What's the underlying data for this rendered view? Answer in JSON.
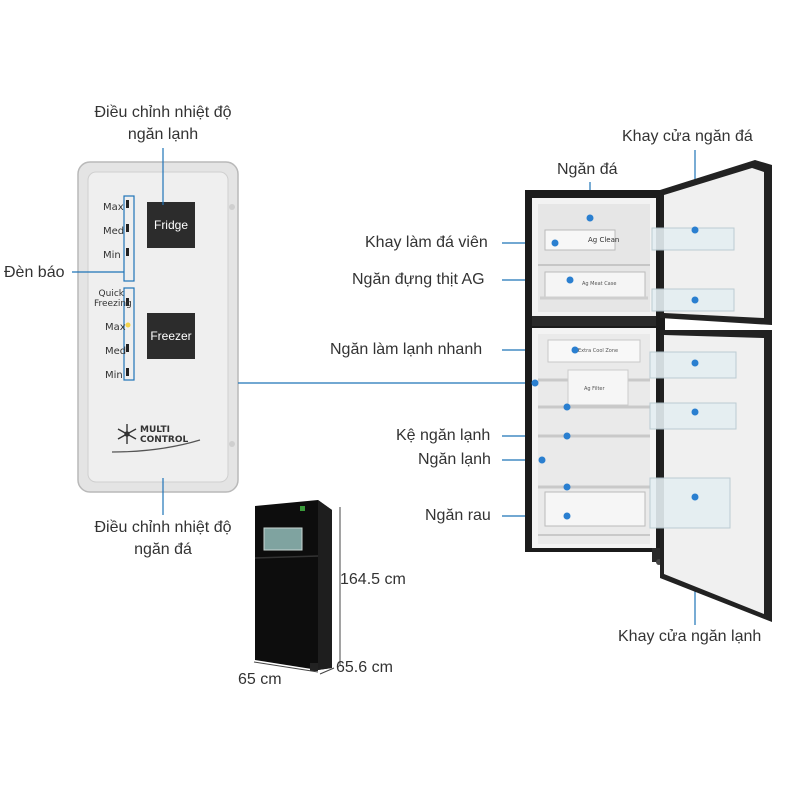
{
  "labels": {
    "fridge_temp": "Điều chỉnh nhiệt độ\nngăn lạnh",
    "freezer_temp": "Điều chỉnh nhiệt độ\nngăn đá",
    "indicator": "Đèn báo",
    "freezer_door_tray": "Khay cửa ngăn đá",
    "freezer_compartment": "Ngăn đá",
    "ice_tray": "Khay làm đá viên",
    "meat_drawer": "Ngăn đựng thịt AG",
    "quick_cool": "Ngăn làm lạnh nhanh",
    "fridge_shelf": "Kệ ngăn lạnh",
    "fridge_compartment": "Ngăn lạnh",
    "vegetable_drawer": "Ngăn rau",
    "fridge_door_tray": "Khay cửa ngăn lạnh"
  },
  "control_panel": {
    "fridge_button": "Fridge",
    "freezer_button": "Freezer",
    "levels_top": [
      "Max",
      "Med",
      "Min"
    ],
    "levels_bottom_quick": "Quick\nFreezing",
    "levels_bottom": [
      "Max",
      "Med",
      "Min"
    ],
    "brand": "MULTI\nCONTROL"
  },
  "dimensions": {
    "height": "164.5 cm",
    "width": "65 cm",
    "depth": "65.6 cm"
  },
  "interior_text": {
    "ag_clean": "Ag Clean",
    "ag_meat_case": "Ag Meat Case",
    "extra_cool_zone": "Extra Cool Zone",
    "ag_filter": "Ag Filter"
  },
  "colors": {
    "label_text": "#333333",
    "leader_line": "#1f74b8",
    "dot": "#2a7fd0",
    "fridge_body": "#1a1a1a",
    "panel_bg": "#ececec"
  }
}
